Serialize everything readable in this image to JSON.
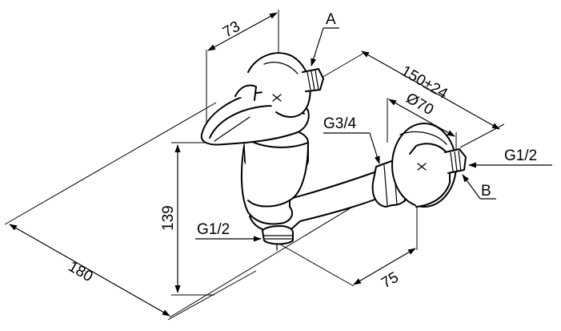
{
  "dimensions": {
    "width_top": "73",
    "outlet_depth": "150±24",
    "rosette_diameter": "Ø70",
    "height": "139",
    "overall_length": "180",
    "spout_offset": "75"
  },
  "callouts": {
    "a": "A",
    "b": "B",
    "inlet_thread": "G1/2",
    "outlet_thread": "G1/2",
    "union_thread": "G3/4"
  }
}
